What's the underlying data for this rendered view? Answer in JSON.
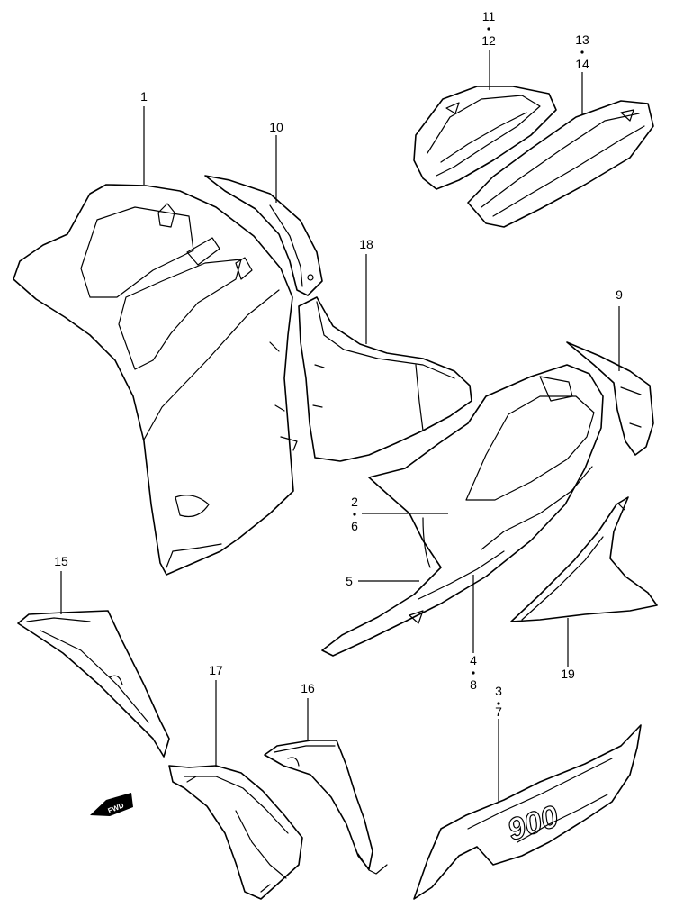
{
  "callouts": [
    {
      "id": "1",
      "text": "1"
    },
    {
      "id": "2-6",
      "top": "2",
      "bottom": "6"
    },
    {
      "id": "3-7",
      "top": "3",
      "bottom": "7"
    },
    {
      "id": "4-8",
      "top": "4",
      "bottom": "8"
    },
    {
      "id": "5",
      "text": "5"
    },
    {
      "id": "9",
      "text": "9"
    },
    {
      "id": "10",
      "text": "10"
    },
    {
      "id": "11-12",
      "top": "11",
      "bottom": "12"
    },
    {
      "id": "13-14",
      "top": "13",
      "bottom": "14"
    },
    {
      "id": "15",
      "text": "15"
    },
    {
      "id": "16",
      "text": "16"
    },
    {
      "id": "17",
      "text": "17"
    },
    {
      "id": "18",
      "text": "18"
    },
    {
      "id": "19",
      "text": "19"
    }
  ],
  "fwd_label": "FWD",
  "decal_text": "900",
  "colors": {
    "line": "#000000",
    "background": "#ffffff"
  }
}
